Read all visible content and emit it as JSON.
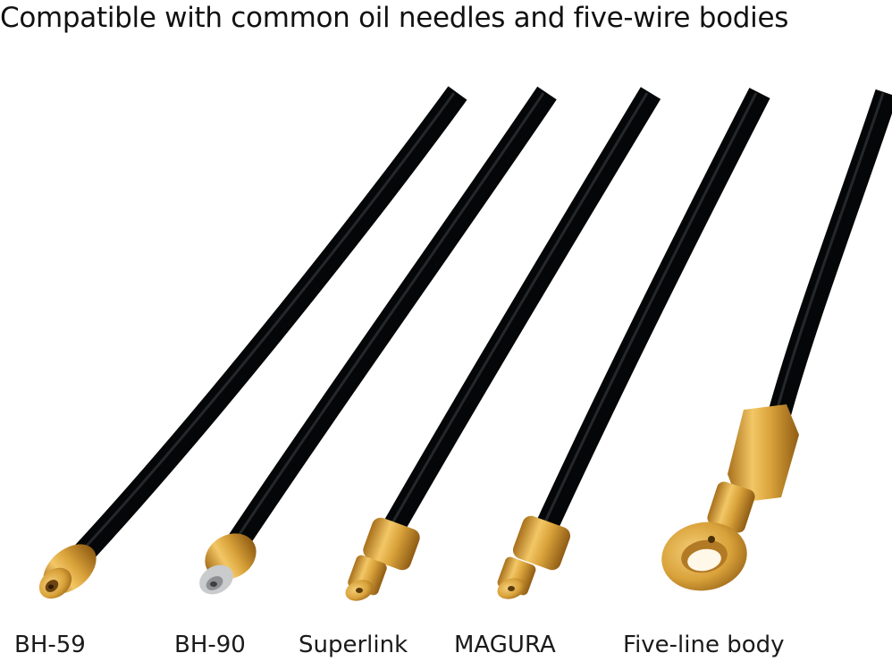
{
  "headline": "Compatible with common oil needles and five-wire bodies",
  "labels": [
    "BH-59",
    "BH-90",
    "Superlink",
    "MAGURA",
    "Five-line body"
  ],
  "colors": {
    "hose": "#111317",
    "brass": "#d9a23a",
    "steel": "#c9cbcc"
  }
}
